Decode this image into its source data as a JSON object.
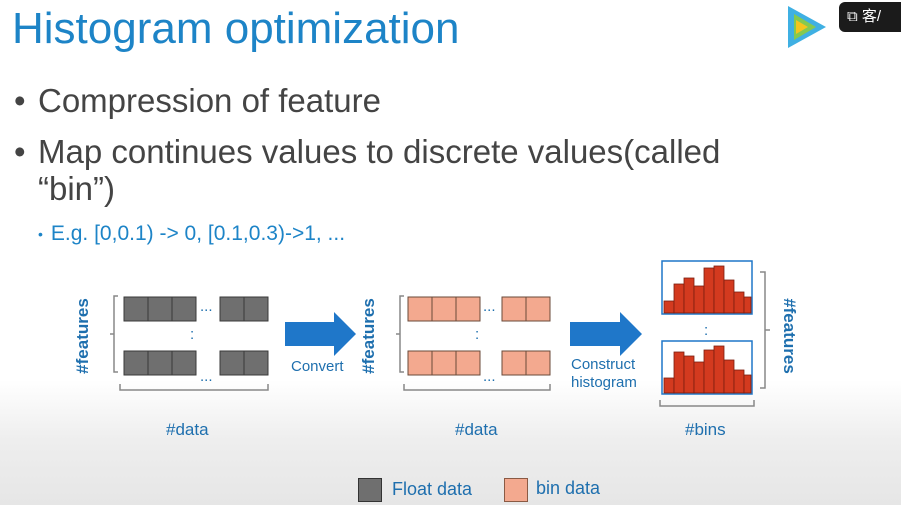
{
  "slide": {
    "title": "Histogram optimization",
    "bullets": [
      "Compression of feature",
      "Map continues values to discrete values(called",
      "“bin”)"
    ],
    "sub_bullet": "E.g. [0,0.1) -> 0, [0.1,0.3)->1, ..."
  },
  "overlay": {
    "share_icon": "share-icon",
    "share_label": "客/"
  },
  "diagram": {
    "features_label": "#features",
    "ellipsis": "...",
    "vertical_ellipsis": ":",
    "convert_label": "Convert",
    "construct_label": "Construct",
    "histogram_label": "histogram",
    "data_label_left": "#data",
    "data_label_mid": "#data",
    "bins_label": "#bins",
    "colors": {
      "float": "#6f6f6f",
      "bin": "#f3a98f",
      "arrow": "#1f77c9",
      "hist_bar": "#d33a1f",
      "text": "#1e6fae"
    }
  },
  "legend": {
    "items": [
      {
        "label": "Float data",
        "color": "#6f6f6f"
      },
      {
        "label": "bin data",
        "color": "#f3a98f"
      }
    ]
  }
}
